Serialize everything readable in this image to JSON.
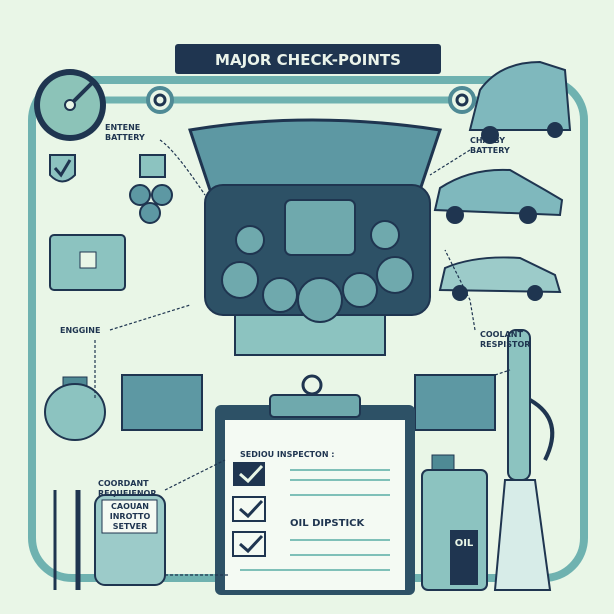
{
  "title": "MAJOR CHECK-POINTS",
  "labels": {
    "top_left": [
      "ENTENE",
      "BATTERY"
    ],
    "top_right": [
      "CHATBY",
      "BATTERY"
    ],
    "engine": "ENGGINE",
    "coolant_right": [
      "COOLANT",
      "RESPISTOR"
    ],
    "coolant_left": [
      "COORDANT",
      "REQUEIENOR"
    ],
    "container_label": [
      "CAOUAN",
      "INROTTO",
      "SETVER"
    ],
    "clipboard_heading": "SEDIOU INSPECTON :",
    "oil_dipstick": "OIL DIPSTICK",
    "oil_bottle": "OIL"
  },
  "colors": {
    "background": "#e9f6e7",
    "teal": "#6fb2b0",
    "navy": "#1f3550",
    "mid": "#4f8a95"
  }
}
